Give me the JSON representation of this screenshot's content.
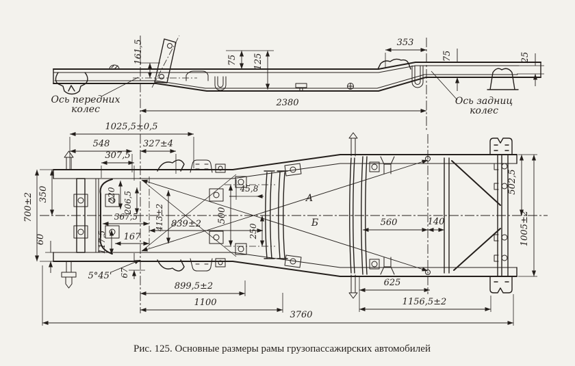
{
  "figure": {
    "caption": "Рис. 125.  Основные размеры рамы грузопассажирских автомобилей"
  },
  "side_view": {
    "front_axle_label_line1": "Ось передних",
    "front_axle_label_line2": "колес",
    "rear_axle_label_line1": "Ось задниц",
    "rear_axle_label_line2": "колес",
    "dims": {
      "height_161_5": "161,5",
      "drop_75": "75",
      "drop_125": "125",
      "rear_353": "353",
      "rear_75": "75",
      "rear_25": "25",
      "wheelbase_2380": "2380"
    }
  },
  "plan_view": {
    "dims": {
      "front_1025_5": "1025,5±0,5",
      "front_548": "548",
      "front_327": "327±4",
      "front_307_5": "307,5",
      "width_700": "700±2",
      "half_350": "350",
      "offset_60": "60",
      "inner_220": "220",
      "inner_206_5": "206,5",
      "inner_367_5": "367,5",
      "inner_117_5": "117,5",
      "inner_167": "167",
      "diag_413": "413±2",
      "mid_839": "839±2",
      "mid_45_8": "45,8",
      "mid_500": "500",
      "mid_250": "250",
      "angle_5_45": "5°45'",
      "rear_67": "67",
      "bottom_899_5": "899,5±2",
      "bottom_1100": "1100",
      "rear_560": "560",
      "rear_140": "140",
      "rear_502_5": "502,5",
      "rear_width_1005": "1005±2",
      "bottom_625": "625",
      "bottom_1156_5": "1156,5±2",
      "total_3760": "3760"
    },
    "diagonal_labels": {
      "a": "А",
      "b": "Б"
    }
  },
  "colors": {
    "paper": "#f3f2ed",
    "ink": "#241f1c"
  }
}
